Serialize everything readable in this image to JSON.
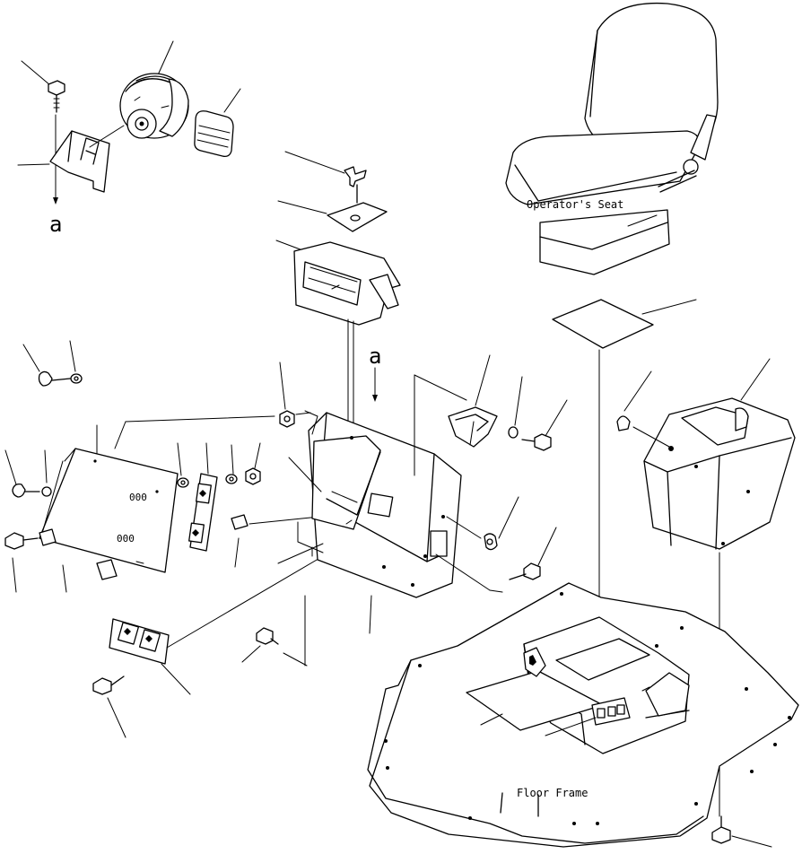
{
  "labels": {
    "operator_seat": "Operator's Seat",
    "floor_frame": "Floor Frame",
    "ref_a_top": "a",
    "ref_a_mid": "a"
  }
}
